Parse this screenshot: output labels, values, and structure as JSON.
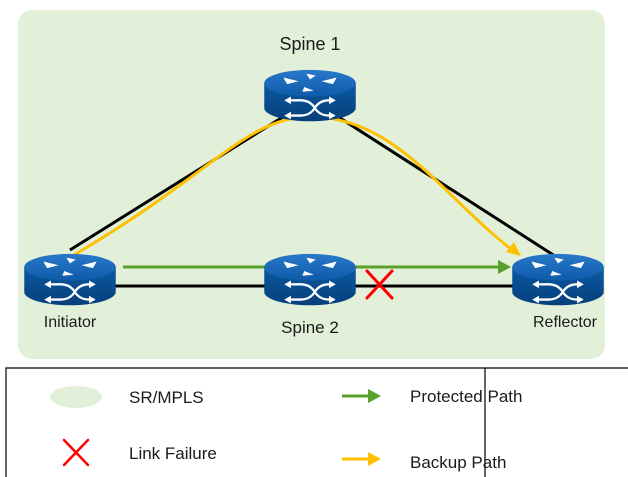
{
  "nodes": {
    "spine1": "Spine 1",
    "spine2": "Spine 2",
    "initiator": "Initiator",
    "reflector": "Reflector"
  },
  "legend": {
    "domain": "SR/MPLS",
    "link_failure": "Link Failure",
    "protected_path": "Protected Path",
    "backup_path": "Backup Path"
  },
  "colors": {
    "domain_fill": "#e2f0d9",
    "router_fill": "#0b5aa8",
    "link": "#000000",
    "protected": "#5aa02c",
    "backup": "#ffc000",
    "failure": "#ff0000"
  }
}
